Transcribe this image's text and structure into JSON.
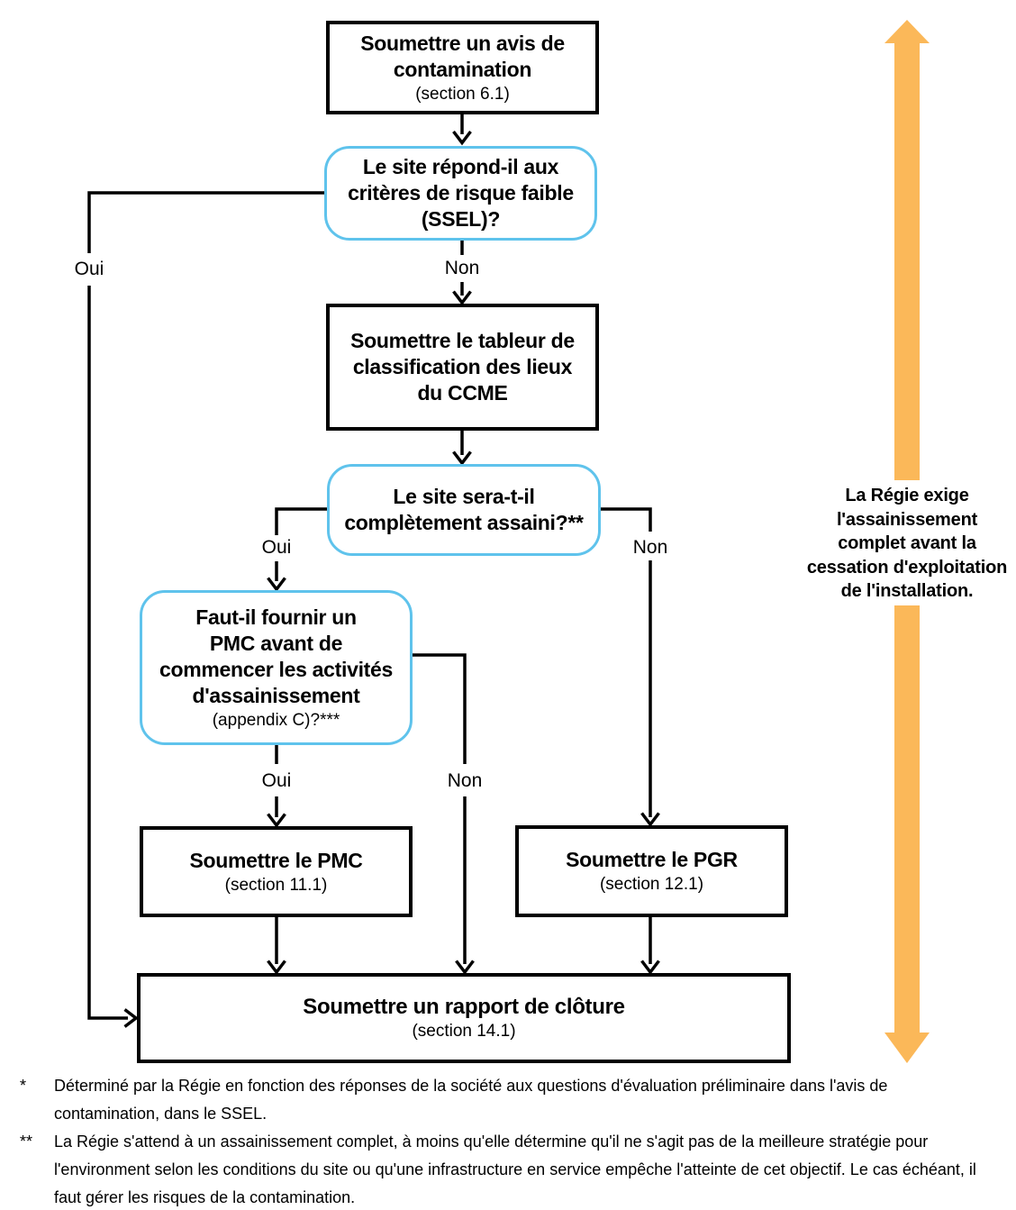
{
  "flowchart": {
    "nodes": {
      "avis": {
        "title": "Soumettre un avis de\ncontamination",
        "subtitle": "(section 6.1)"
      },
      "ssel": {
        "title": "Le site répond-il aux\ncritères de risque faible\n(SSEL)?"
      },
      "ccme": {
        "title": "Soumettre le tableur de\nclassification des lieux\ndu CCME"
      },
      "assaini": {
        "title": "Le site sera-t-il\ncomplètement assaini?**"
      },
      "pmc_question": {
        "title": "Faut-il fournir un\nPMC avant de\ncommencer les activités\nd'assainissement",
        "subtitle": "(appendix C)?***"
      },
      "pmc": {
        "title": "Soumettre le PMC",
        "subtitle": "(section 11.1)"
      },
      "pgr": {
        "title": "Soumettre le PGR",
        "subtitle": "(section 12.1)"
      },
      "cloture": {
        "title": "Soumettre un rapport de clôture",
        "subtitle": "(section 14.1)"
      }
    },
    "labels": {
      "ssel_oui": "Oui",
      "ssel_non": "Non",
      "assaini_oui": "Oui",
      "assaini_non": "Non",
      "pmcq_oui": "Oui",
      "pmcq_non": "Non"
    },
    "side_note": {
      "text": "La Régie exige\nl'assainissement\ncomplet avant la\ncessation d'exploitation\nde l'installation."
    },
    "footnotes": [
      {
        "marker": "*",
        "text": "Déterminé par la Régie en fonction des réponses de la société aux questions d'évaluation préliminaire dans l'avis de contamination, dans le SSEL."
      },
      {
        "marker": "**",
        "text": "La Régie s'attend à un assainissement complet, à moins qu'elle détermine qu'il ne s'agit pas de la meilleure stratégie pour l'environment selon les conditions du site ou qu'une infrastructure en service empêche l'atteinte de cet objectif. Le cas échéant, il faut gérer les risques de la contamination."
      }
    ],
    "colors": {
      "decision_border": "#5FC3EC",
      "process_border": "#000000",
      "regie_arrow": "#FBB859"
    }
  }
}
